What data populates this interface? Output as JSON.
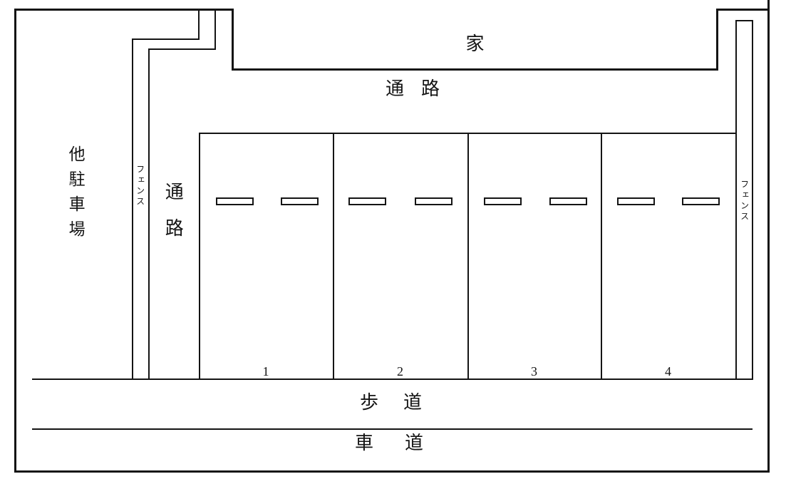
{
  "page": {
    "background": "#ffffff",
    "line_color": "#141414"
  },
  "labels": {
    "house": "家",
    "top_passage": "通路",
    "side_passage": "通路",
    "other_parking": "他駐車場",
    "fence_left": "フェンス",
    "fence_right": "フェンス",
    "sidewalk": "歩道",
    "roadway": "車道"
  },
  "stalls": [
    {
      "number": "1",
      "wheel_stops": 2
    },
    {
      "number": "2",
      "wheel_stops": 2
    },
    {
      "number": "3",
      "wheel_stops": 2
    },
    {
      "number": "4",
      "wheel_stops": 2
    }
  ]
}
